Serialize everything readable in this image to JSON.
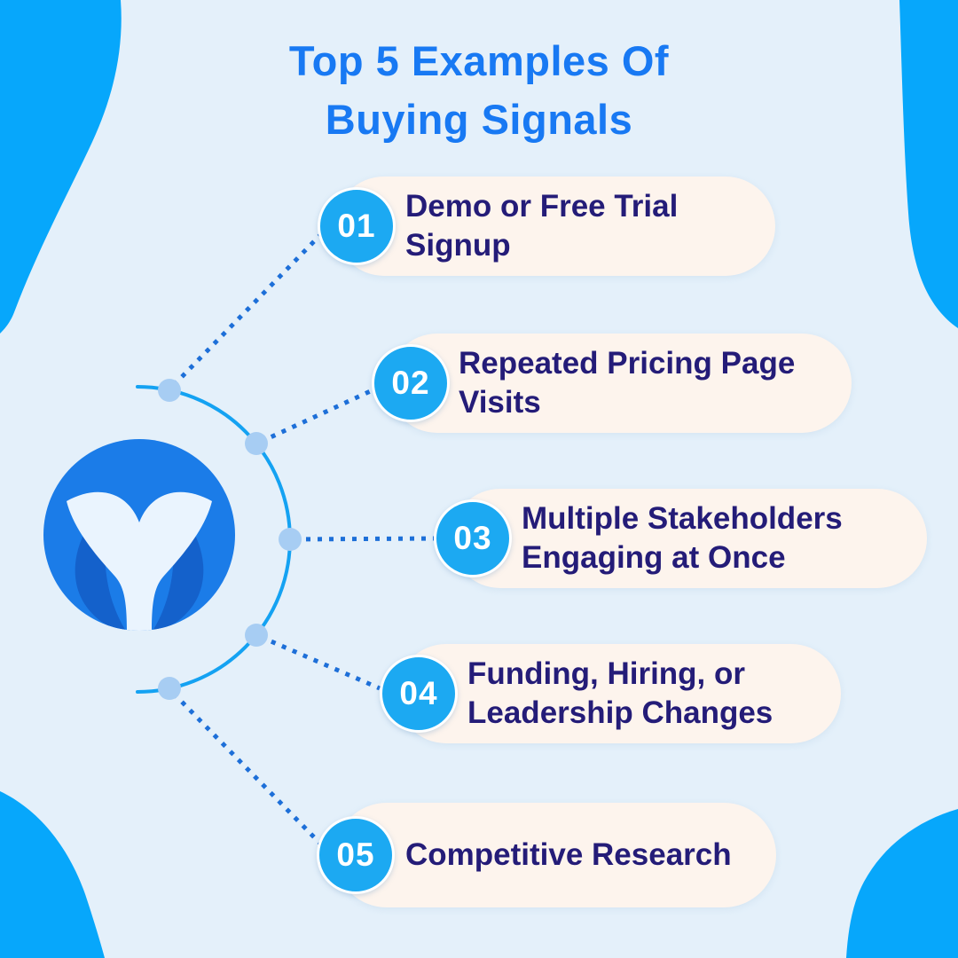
{
  "title": {
    "line1": "Top 5 Examples Of",
    "line2": "Buying Signals"
  },
  "items": [
    {
      "number": "01",
      "label": "Demo or Free Trial\nSignup"
    },
    {
      "number": "02",
      "label": "Repeated Pricing Page\nVisits"
    },
    {
      "number": "03",
      "label": "Multiple Stakeholders\nEngaging at Once"
    },
    {
      "number": "04",
      "label": "Funding, Hiring, or\nLeadership Changes"
    },
    {
      "number": "05",
      "label": "Competitive Research"
    }
  ],
  "logo": {
    "icon": "whale-tail-logo"
  },
  "colors": {
    "background": "#e4f0fa",
    "corner_blobs": "#07a7fb",
    "title_text": "#1879f3",
    "pill_background": "#fdf4ed",
    "item_text": "#241c78",
    "number_circle": "#1ca9f2",
    "number_text": "#ffffff",
    "logo_circle": "#1b7ce8",
    "logo_tail": "#eaf4fe",
    "logo_fins": "#1461cb",
    "arc": "#14a2f2",
    "connector_dots": "#a7cdf3",
    "dotted_lines": "#1d6fd8"
  }
}
